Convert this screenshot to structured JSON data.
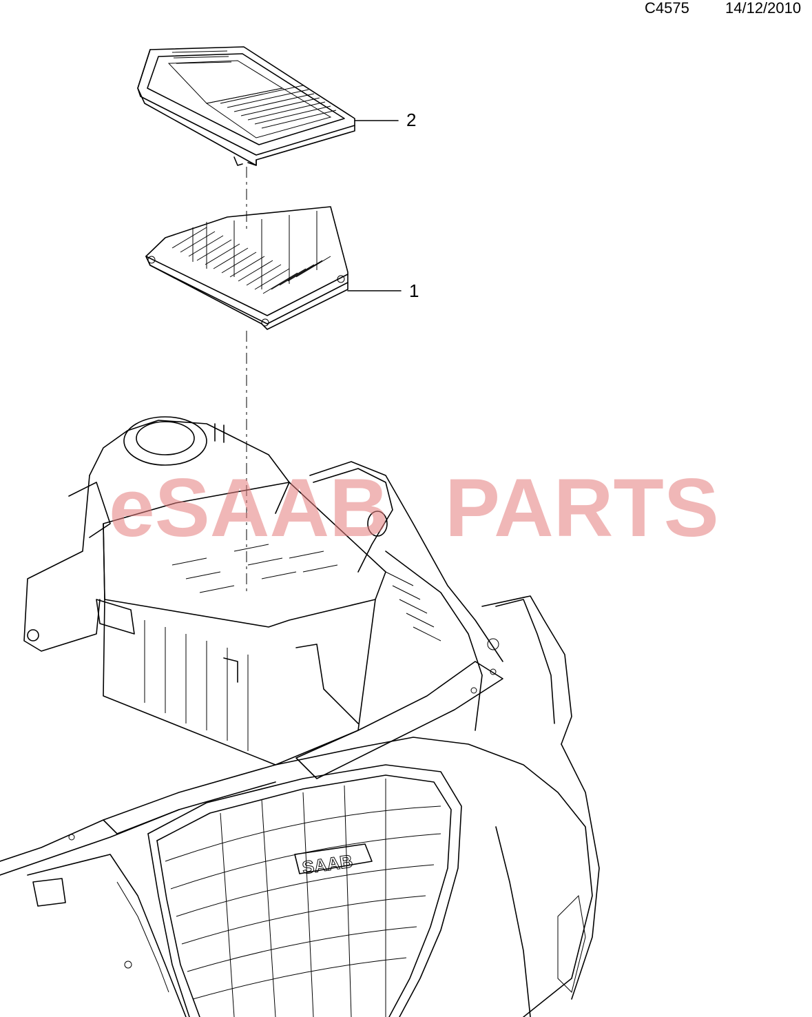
{
  "header": {
    "diagram_code": "C4575",
    "date": "14/12/2010"
  },
  "callouts": {
    "cover": "2",
    "control_module": "1"
  },
  "watermark": {
    "prefix": "eSAAB",
    "suffix": "PARTS",
    "color": "#e37b7b"
  },
  "emblem": {
    "text": "SAAB"
  }
}
